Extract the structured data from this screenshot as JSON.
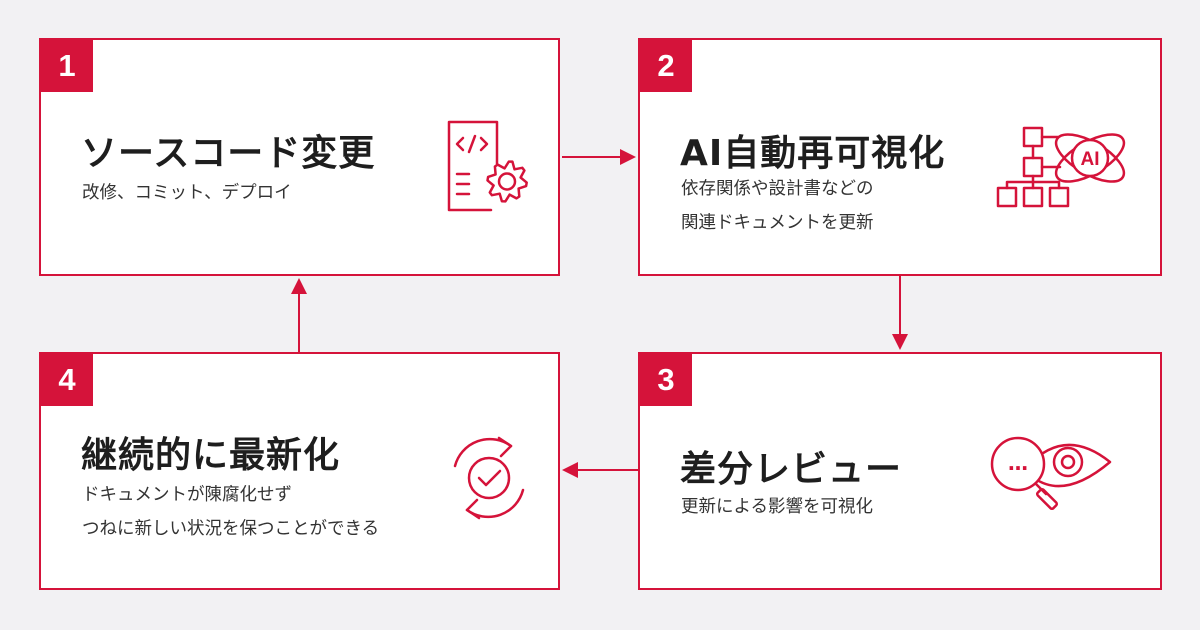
{
  "accent_color": "#d5133a",
  "steps": [
    {
      "number": "1",
      "title": "ソースコード変更",
      "desc": [
        "改修、コミット、デプロイ"
      ],
      "icon": "code-settings-icon"
    },
    {
      "number": "2",
      "title": "AI自動再可視化",
      "desc": [
        "依存関係や設計書などの",
        "関連ドキュメントを更新"
      ],
      "icon": "ai-diagram-icon",
      "icon_label": "AI"
    },
    {
      "number": "3",
      "title": "差分レビュー",
      "desc": [
        "更新による影響を可視化"
      ],
      "icon": "eye-search-icon",
      "icon_label": "…"
    },
    {
      "number": "4",
      "title": "継続的に最新化",
      "desc": [
        "ドキュメントが陳腐化せず",
        "つねに新しい状況を保つことができる"
      ],
      "icon": "refresh-check-icon"
    }
  ]
}
